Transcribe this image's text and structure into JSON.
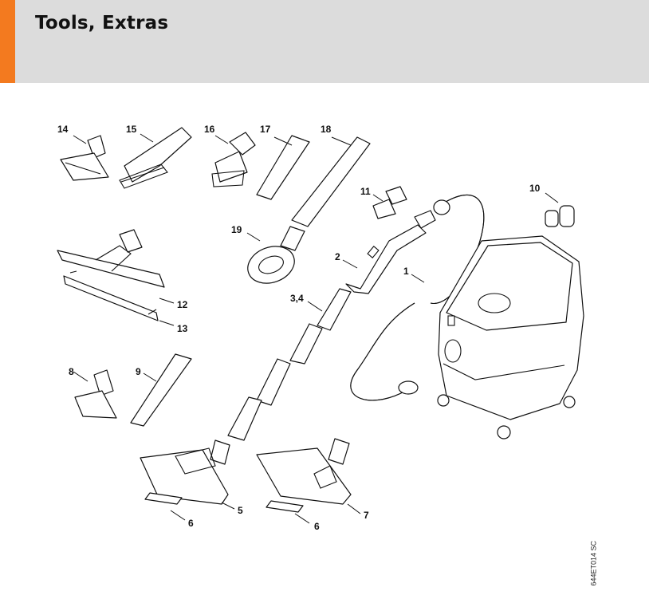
{
  "header": {
    "title": "Tools, Extras",
    "accent_color": "#f37a1f",
    "background_color": "#dcdcdc"
  },
  "diagram": {
    "reference_code": "644ET014 SC",
    "callouts": [
      {
        "id": "14",
        "label": "14"
      },
      {
        "id": "15",
        "label": "15"
      },
      {
        "id": "16",
        "label": "16"
      },
      {
        "id": "17",
        "label": "17"
      },
      {
        "id": "18",
        "label": "18"
      },
      {
        "id": "11",
        "label": "11"
      },
      {
        "id": "10",
        "label": "10"
      },
      {
        "id": "19",
        "label": "19"
      },
      {
        "id": "2",
        "label": "2"
      },
      {
        "id": "1",
        "label": "1"
      },
      {
        "id": "12",
        "label": "12"
      },
      {
        "id": "13",
        "label": "13"
      },
      {
        "id": "3-4",
        "label": "3,4"
      },
      {
        "id": "8",
        "label": "8"
      },
      {
        "id": "9",
        "label": "9"
      },
      {
        "id": "5",
        "label": "5"
      },
      {
        "id": "6a",
        "label": "6"
      },
      {
        "id": "7",
        "label": "7"
      },
      {
        "id": "6b",
        "label": "6"
      }
    ]
  }
}
